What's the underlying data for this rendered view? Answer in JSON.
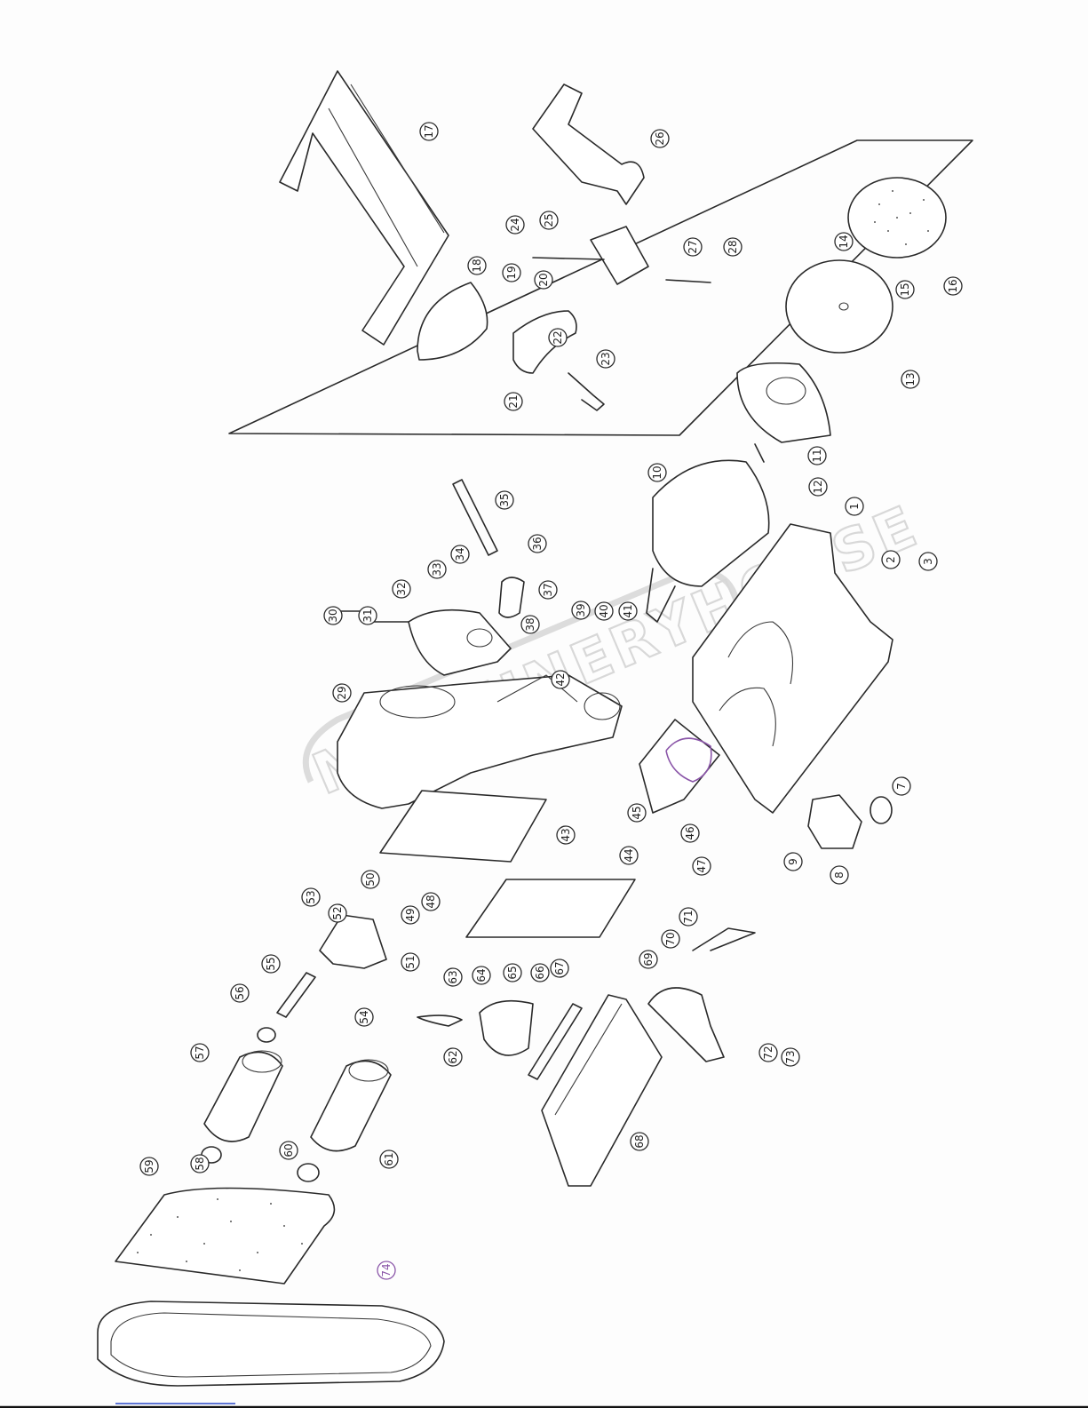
{
  "document": {
    "watermark": "MACHINERYHOUSE",
    "part_labels": [
      "1",
      "2",
      "3",
      "7",
      "8",
      "9",
      "10",
      "11",
      "12",
      "13",
      "14",
      "15",
      "16",
      "17",
      "18",
      "19",
      "20",
      "21",
      "22",
      "23",
      "24",
      "25",
      "26",
      "27",
      "28",
      "29",
      "30",
      "31",
      "32",
      "33",
      "34",
      "35",
      "36",
      "37",
      "38",
      "39",
      "40",
      "41",
      "42",
      "43",
      "44",
      "45",
      "46",
      "47",
      "48",
      "49",
      "50",
      "51",
      "52",
      "53",
      "54",
      "55",
      "56",
      "57",
      "58",
      "59",
      "60",
      "61",
      "62",
      "63",
      "64",
      "65",
      "66",
      "67",
      "68",
      "69",
      "70",
      "71",
      "72",
      "73",
      "74"
    ],
    "handwritten_label": "74"
  }
}
